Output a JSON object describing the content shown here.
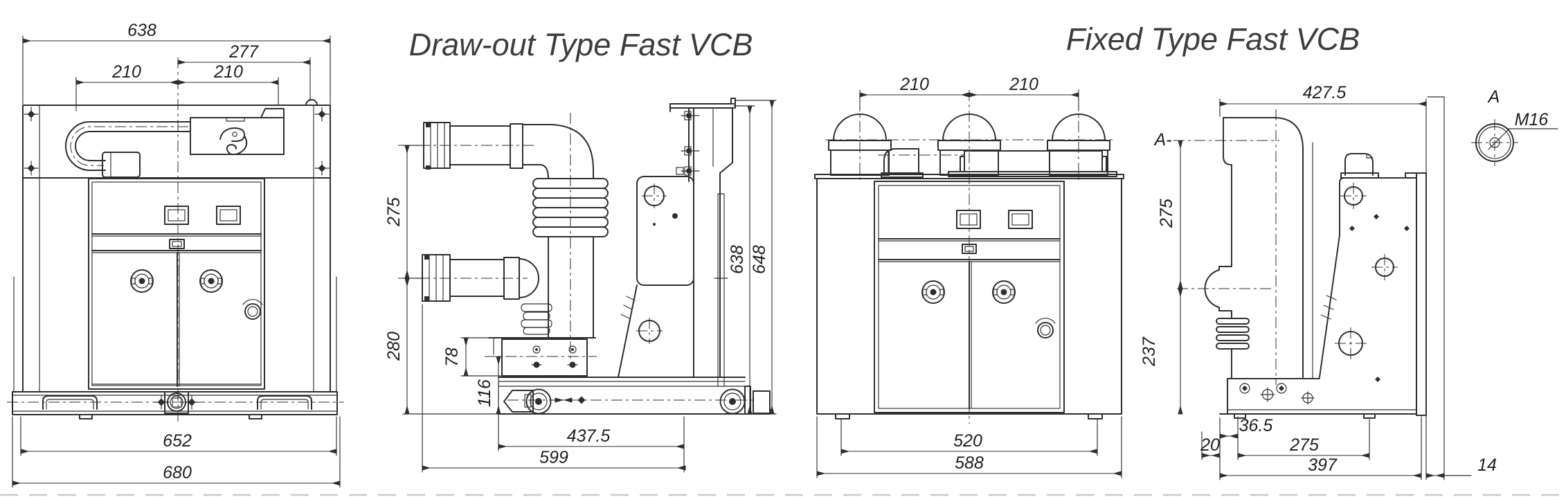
{
  "page": {
    "background": "#ffffff",
    "line_color": "#2e2e2e",
    "dim_text_color": "#1f1f1f",
    "title_color": "#3d3d3d"
  },
  "titles": {
    "draw_out": "Draw-out Type Fast VCB",
    "fixed": "Fixed Type Fast VCB"
  },
  "drawings": {
    "draw_out_front": {
      "dims": {
        "overall_width_top": "638",
        "offset_width": "277",
        "pole_pitch_left": "210",
        "pole_pitch_right": "210",
        "base_width": "652",
        "overall_width_bottom": "680"
      }
    },
    "draw_out_side": {
      "dims": {
        "upper_pole_height": "275",
        "lower_pole_height": "280",
        "bracket_height": "78",
        "chassis_height": "116",
        "inner_depth": "437.5",
        "overall_depth": "599",
        "body_height": "638",
        "overall_height": "648"
      }
    },
    "fixed_front": {
      "dims": {
        "pole_pitch_left": "210",
        "pole_pitch_right": "210",
        "base_width": "520",
        "overall_width": "588"
      }
    },
    "fixed_side": {
      "dims": {
        "top_depth": "427.5",
        "upper_height": "275",
        "lower_height": "237",
        "foot_offset": "36.5",
        "front_edge": "20",
        "mounting_pitch": "275",
        "base_depth": "397",
        "rear_plate": "14"
      },
      "section_label": "A-",
      "detail": {
        "view_label": "A",
        "thread_label": "M16"
      }
    }
  }
}
